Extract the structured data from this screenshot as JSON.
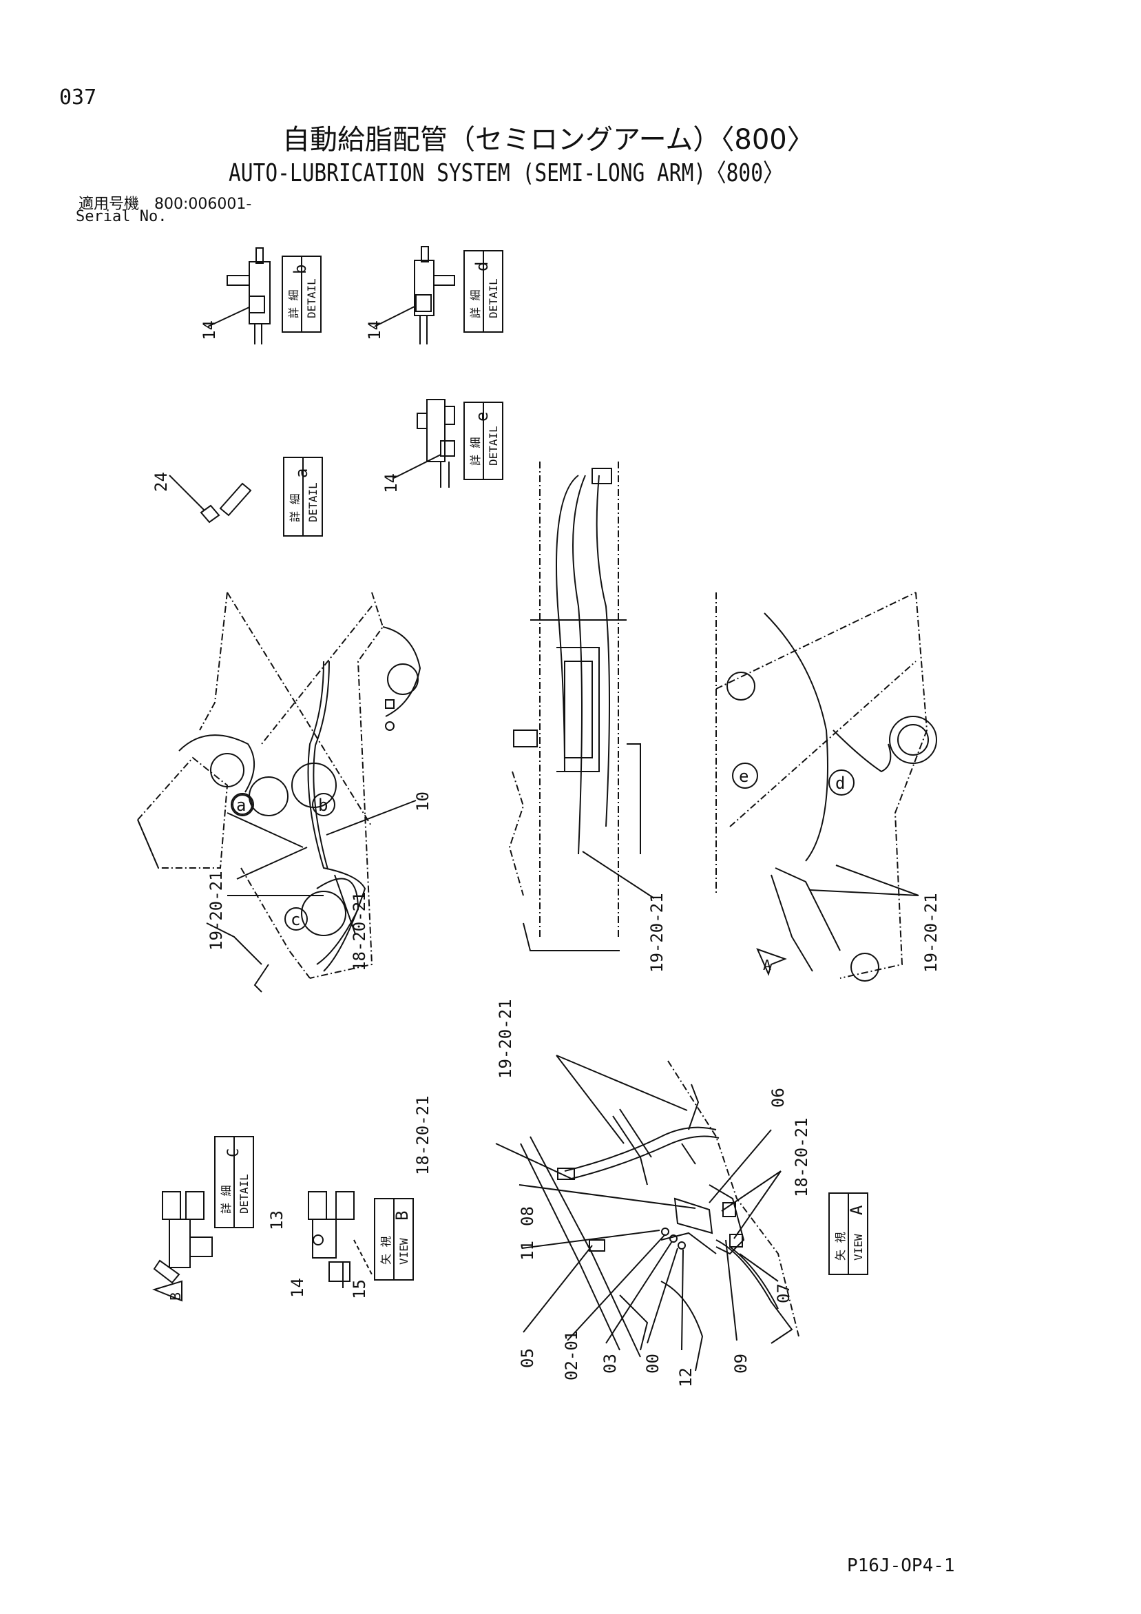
{
  "header": {
    "page_number": "037",
    "title_jp": "自動給脂配管（セミロングアーム）〈800〉",
    "title_en": "AUTO-LUBRICATION SYSTEM (SEMI-LONG ARM)〈800〉",
    "serial_jp": "適用号機　800:006001-",
    "serial_en": "Serial No."
  },
  "footer": {
    "code": "P16J-OP4-1"
  },
  "detail_boxes": {
    "a": {
      "jp": "詳 細",
      "en": "DETAIL",
      "letter": "a"
    },
    "b": {
      "jp": "詳 細",
      "en": "DETAIL",
      "letter": "b"
    },
    "c": {
      "jp": "詳 細",
      "en": "DETAIL",
      "letter": "C"
    },
    "d": {
      "jp": "詳 細",
      "en": "DETAIL",
      "letter": "d"
    },
    "e": {
      "jp": "詳 細",
      "en": "DETAIL",
      "letter": "e"
    }
  },
  "view_boxes": {
    "A": {
      "jp": "矢 視",
      "en": "VIEW",
      "letter": "A"
    },
    "B": {
      "jp": "矢 視",
      "en": "VIEW",
      "letter": "B"
    }
  },
  "callouts": {
    "c14b": "14",
    "c14d": "14",
    "c14e": "14",
    "c24": "24",
    "c10": "10",
    "c19_left": "19-20-21",
    "c18_left": "18-20-21",
    "c19_mid": "19-20-21",
    "c19_right": "19-20-21",
    "c13": "13",
    "c14_viewb": "14",
    "c15": "15",
    "c19_bottom": "19-20-21",
    "c18_bottom_left": "18-20-21",
    "c18_bottom_right": "18-20-21",
    "c06": "06",
    "c08": "08",
    "c11": "11",
    "c05": "05",
    "c02": "02-01",
    "c03": "03",
    "c00": "00",
    "c12": "12",
    "c09": "09",
    "c07": "07"
  },
  "circle_markers": {
    "a": "a",
    "b": "b",
    "c": "c",
    "d": "d",
    "e": "e"
  },
  "arrow_markers": {
    "A": "A",
    "B": "B"
  }
}
